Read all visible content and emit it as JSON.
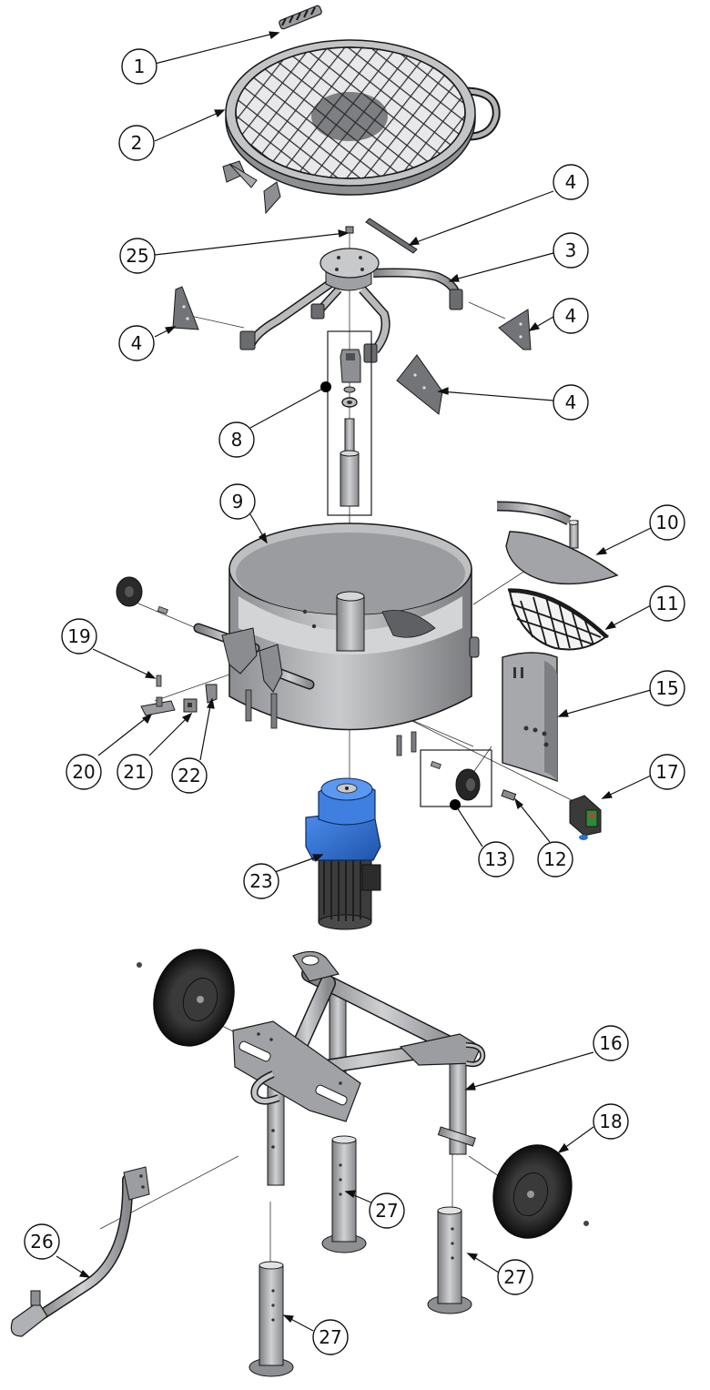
{
  "callouts": [
    {
      "id": "c1",
      "label": "1"
    },
    {
      "id": "c2",
      "label": "2"
    },
    {
      "id": "c4a",
      "label": "4"
    },
    {
      "id": "c3",
      "label": "3"
    },
    {
      "id": "c25",
      "label": "25"
    },
    {
      "id": "c4b",
      "label": "4"
    },
    {
      "id": "c4c",
      "label": "4"
    },
    {
      "id": "c4d",
      "label": "4"
    },
    {
      "id": "c8",
      "label": "8"
    },
    {
      "id": "c9",
      "label": "9"
    },
    {
      "id": "c10",
      "label": "10"
    },
    {
      "id": "c11",
      "label": "11"
    },
    {
      "id": "c19",
      "label": "19"
    },
    {
      "id": "c15",
      "label": "15"
    },
    {
      "id": "c17",
      "label": "17"
    },
    {
      "id": "c20",
      "label": "20"
    },
    {
      "id": "c21",
      "label": "21"
    },
    {
      "id": "c22",
      "label": "22"
    },
    {
      "id": "c13",
      "label": "13"
    },
    {
      "id": "c12",
      "label": "12"
    },
    {
      "id": "c23",
      "label": "23"
    },
    {
      "id": "c16",
      "label": "16"
    },
    {
      "id": "c18",
      "label": "18"
    },
    {
      "id": "c27a",
      "label": "27"
    },
    {
      "id": "c26",
      "label": "26"
    },
    {
      "id": "c27b",
      "label": "27"
    },
    {
      "id": "c27c",
      "label": "27"
    }
  ],
  "colors": {
    "metal": "#a9aaad",
    "metal_dark": "#6f7175",
    "metal_light": "#d2d3d5",
    "outline": "#1a1a1a",
    "motor_blue": "#2f6fd0",
    "motor_dark": "#3a3a3a",
    "tire": "#222222"
  }
}
